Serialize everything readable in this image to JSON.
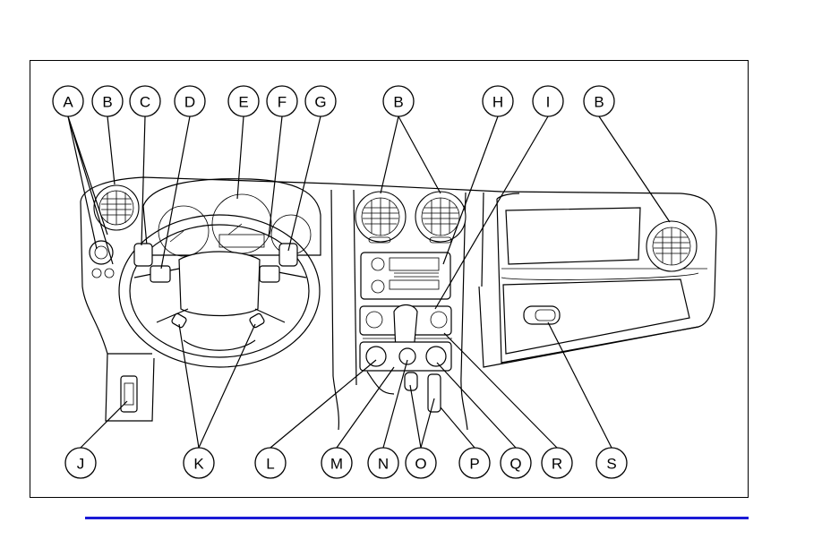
{
  "colors": {
    "line": "#000000",
    "rule": "#1a1ad6",
    "background": "#ffffff"
  },
  "callouts_top": [
    "A",
    "B",
    "C",
    "D",
    "E",
    "F",
    "G",
    "B",
    "H",
    "I",
    "B"
  ],
  "callouts_bottom": [
    "J",
    "K",
    "L",
    "M",
    "N",
    "O",
    "P",
    "Q",
    "R",
    "S"
  ]
}
